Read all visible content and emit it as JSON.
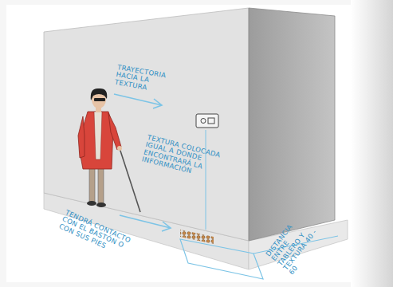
{
  "diagram": {
    "labels": [
      "TRAYECTORIA HACIA LA TEXTURA",
      "TEXTURA COLOCADA IGUAL A DONDE ENCONTRARÁ LA INFORMACIÓN",
      "TENDRÁ CONTACTO CON EL BASTÓN O CON SUS PIES",
      "DISTANCIA ENTRE TABLERO Y TEXTURA 40 - 60"
    ]
  }
}
